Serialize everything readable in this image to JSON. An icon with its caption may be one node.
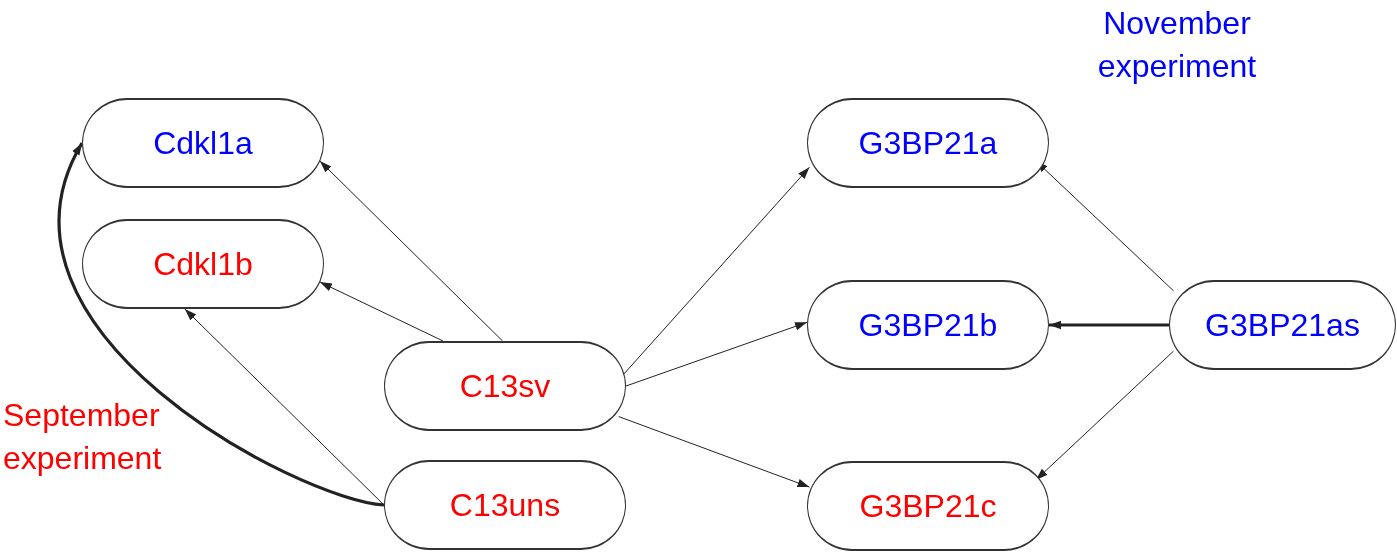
{
  "diagram": {
    "nodes": [
      {
        "text": [
          "Cdkl1a"
        ]
      },
      {
        "text": [
          "Cdkl1b"
        ]
      },
      {
        "text": [
          "C13sv"
        ]
      },
      {
        "text": [
          "C13uns"
        ]
      },
      {
        "text": [
          "G3BP21a"
        ]
      },
      {
        "text": [
          "G3BP21b"
        ]
      },
      {
        "text": [
          "G3BP21c"
        ]
      },
      {
        "text": [
          "G3BP21as"
        ]
      }
    ],
    "edges": [
      {
        "from": 2,
        "to": 0,
        "arrow": "to"
      },
      {
        "from": 2,
        "to": 1,
        "arrow": "to"
      },
      {
        "from": 3,
        "to": 1,
        "arrow": "to"
      },
      {
        "from": 3,
        "to": 0,
        "arrow": "to",
        "style": "thick"
      },
      {
        "from": 2,
        "to": 4,
        "arrow": "to"
      },
      {
        "from": 2,
        "to": 5,
        "arrow": "to"
      },
      {
        "from": 2,
        "to": 6,
        "arrow": "to"
      },
      {
        "from": 7,
        "to": 4,
        "arrow": "to"
      },
      {
        "from": 7,
        "to": 5,
        "arrow": "to",
        "style": "thick"
      },
      {
        "from": 7,
        "to": 6,
        "arrow": "to"
      }
    ],
    "labels": [
      "November experiment",
      "September experiment"
    ]
  }
}
